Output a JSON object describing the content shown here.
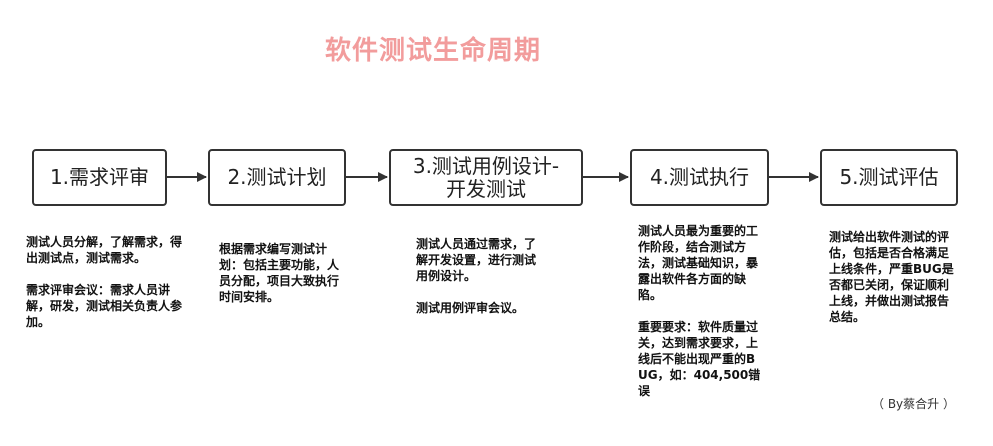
{
  "title": "软件测试生命周期",
  "steps": [
    {
      "label": "1.需求评审",
      "description": "测试人员分解，了解需求，得出测试点，测试需求。\n\n需求评审会议：需求人员讲解，研发，测试相关负责人参加。"
    },
    {
      "label": "2.测试计划",
      "description": "根据需求编写测试计划：包括主要功能，人员分配，项目大致执行时间安排。"
    },
    {
      "label": "3.测试用例设计-开发测试",
      "description": "测试人员通过需求，了解开发设置，进行测试用例设计。\n\n测试用例评审会议。"
    },
    {
      "label": "4.测试执行",
      "description": "测试人员最为重要的工作阶段，结合测试方法，测试基础知识，暴露出软件各方面的缺陷。\n\n重要要求：软件质量过关，达到需求要求，上线后不能出现严重的BUG，如：404,500错误"
    },
    {
      "label": "5.测试评估",
      "description": "测试给出软件测试的评估，包括是否合格满足上线条件，严重BUG是否都已关闭，保证顺利上线，并做出测试报告总结。"
    }
  ],
  "credit": "（ By蔡合升 ）",
  "colors": {
    "title": "#f29c9c",
    "box_border": "#333333",
    "arrow": "#333333"
  }
}
